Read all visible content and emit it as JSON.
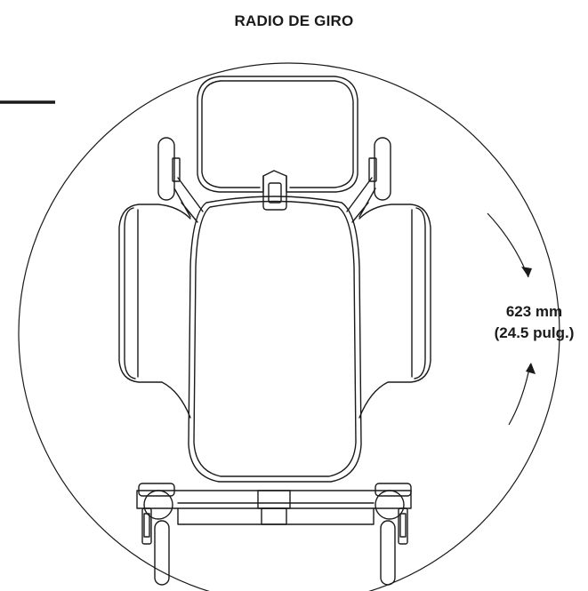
{
  "title": "RADIO DE GIRO",
  "dimension": {
    "metric": "623 mm",
    "imperial": "(24.5 pulg.)"
  },
  "colors": {
    "line": "#1a1a1a",
    "background": "#ffffff"
  }
}
